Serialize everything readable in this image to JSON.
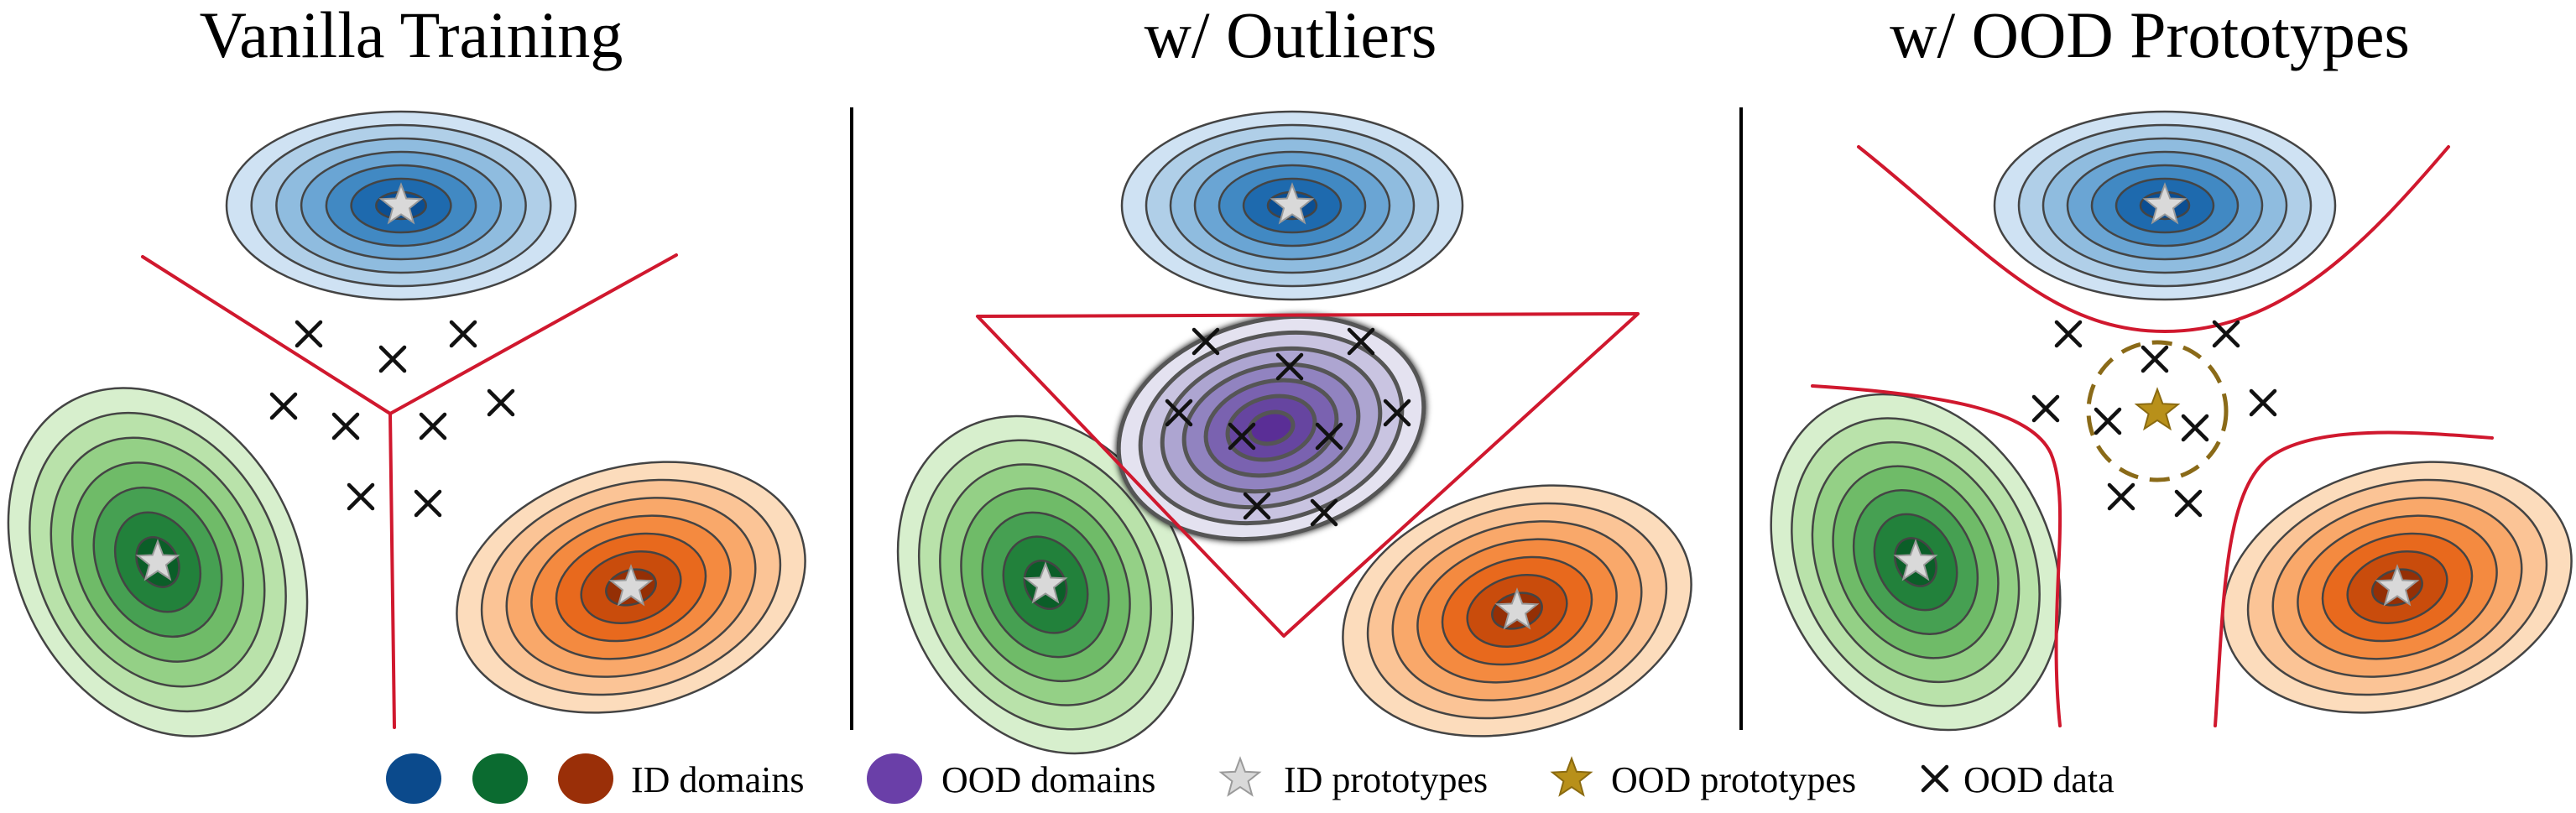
{
  "panels": [
    {
      "title": "Vanilla Training"
    },
    {
      "title": "w/ Outliers"
    },
    {
      "title": "w/ OOD Prototypes"
    }
  ],
  "legend": {
    "id_domains_label": "ID domains",
    "ood_domains_label": "OOD domains",
    "id_prototypes_label": "ID prototypes",
    "ood_prototypes_label": "OOD prototypes",
    "ood_data_label": "OOD data"
  },
  "colors": {
    "blue": [
      "#cfe2f3",
      "#b0cfe8",
      "#8fbcdf",
      "#6aa5d4",
      "#4189c3",
      "#1e6aae",
      "#0b4e92"
    ],
    "green": [
      "#d7efcd",
      "#b9e2aa",
      "#94d086",
      "#6fbb68",
      "#46a052",
      "#22813b",
      "#0b5e28"
    ],
    "orange": [
      "#fcdcbc",
      "#fbc496",
      "#f9a86a",
      "#f48a40",
      "#e8691d",
      "#c94c0c",
      "#942f05"
    ],
    "purple": [
      "#e4e2f0",
      "#c9c4e1",
      "#ad a5d1",
      "#9183c0",
      "#7a62b0",
      "#6644a0",
      "#5a2f96"
    ],
    "boundary": "#d0182e",
    "ood_prototype": "#b8901a",
    "legend_blue": "#0b4a8c",
    "legend_green": "#0b6b30",
    "legend_orange": "#9a2f08",
    "legend_purple": "#6a3fa8"
  },
  "icons": [
    "star-icon",
    "x-mark-icon",
    "domain-ellipse-icon"
  ]
}
